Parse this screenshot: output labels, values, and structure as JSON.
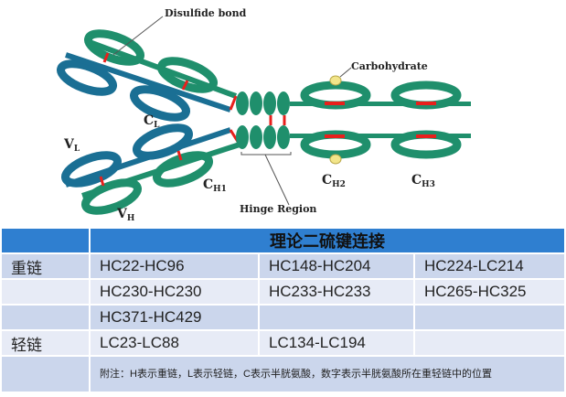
{
  "diagram": {
    "labels": {
      "disulfide_bond": "Disulfide bond",
      "carbohydrate": "Carbohydrate",
      "cl": "C",
      "cl_sub": "L",
      "vl": "V",
      "vl_sub": "L",
      "vh": "V",
      "vh_sub": "H",
      "ch1": "C",
      "ch1_sub": "H1",
      "ch2": "C",
      "ch2_sub": "H2",
      "ch3": "C",
      "ch3_sub": "H3",
      "hinge": "Hinge Region"
    },
    "colors": {
      "heavy": "#1f8f6c",
      "light": "#1a6f94",
      "bond": "#e8201c",
      "carb": "#f2e58a"
    }
  },
  "table": {
    "header": [
      "",
      "理论二硫键连接"
    ],
    "rows": [
      [
        "重链",
        "HC22-HC96",
        "HC148-HC204",
        "HC224-LC214"
      ],
      [
        "",
        "HC230-HC230",
        "HC233-HC233",
        "HC265-HC325"
      ],
      [
        "",
        "HC371-HC429",
        "",
        ""
      ],
      [
        "轻链",
        "LC23-LC88",
        "LC134-LC194",
        ""
      ]
    ],
    "note": "附注：H表示重链，L表示轻链，C表示半胱氨酸，数字表示半胱氨酸所在重轻链中的位置"
  }
}
